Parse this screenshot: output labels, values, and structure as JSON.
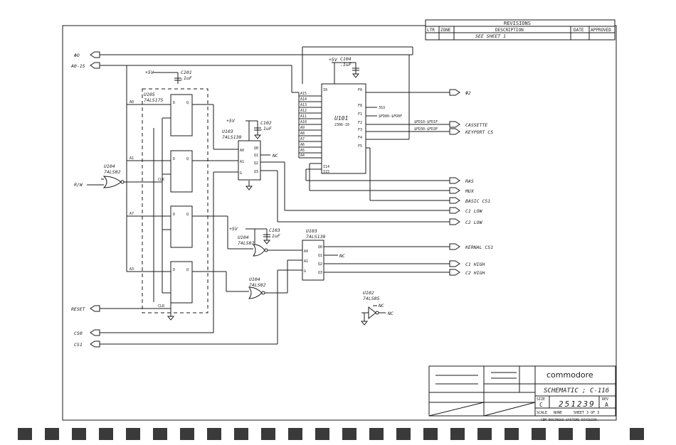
{
  "revisions": {
    "title": "REVISIONS",
    "col_ltr": "LTR",
    "col_zone": "ZONE",
    "col_description": "DESCRIPTION",
    "col_date": "DATE",
    "col_approved": "APPROVED",
    "entry": "SEE SHEET 1"
  },
  "left_signals": {
    "phi0": "ΦO",
    "addr": "A0-15",
    "rw": "R/W",
    "reset": "RESET",
    "cs0": "CS0",
    "cs1": "CS1"
  },
  "chips": {
    "u105": {
      "ref": "U105",
      "part": "74LS175"
    },
    "u104a": {
      "ref": "U104",
      "part": "74LS02"
    },
    "u103a": {
      "ref": "U103",
      "part": "74LS139"
    },
    "u101": {
      "ref": "U101",
      "part": "2306-10"
    },
    "u104b": {
      "ref": "U104",
      "part": "74LS02"
    },
    "u104c": {
      "ref": "U104",
      "part": "74LS02"
    },
    "u103b": {
      "ref": "U103",
      "part": "74LS139"
    },
    "u102": {
      "ref": "U102",
      "part": "74LS05"
    }
  },
  "caps": {
    "c101": {
      "ref": "C101",
      "value": ".1uF"
    },
    "c102": {
      "ref": "C102",
      "value": ".1uF"
    },
    "c103": {
      "ref": "C103",
      "value": ".1uF"
    },
    "c104": {
      "ref": "C104",
      "value": ".1uF"
    }
  },
  "power": "+5V",
  "nc": "NC",
  "right_signals": {
    "phi2": "Φ2",
    "ras": "RAS",
    "mux": "MUX",
    "basic_cs1": "BASIC CS1",
    "c1_low": "C1 LOW",
    "c2_low": "C2 LOW",
    "kernal_cs1": "KERNAL CS1",
    "c1_high": "C1 HIGH",
    "c2_high": "C2 HIGH",
    "cassette": "CASSETTE",
    "keyport": "KEYPORT CS",
    "fd_range1": "$FD10-$FD1F",
    "fd_range2": "$FD30-$FD3F",
    "fd_range3": "$FD00-$FD0F",
    "f8_label": "3S3"
  },
  "title_block": {
    "company": "commodore",
    "title": "SCHEMATIC ; C-116",
    "dwg_no": "251239",
    "size_label": "SIZE",
    "size": "C",
    "rev_label": "REV",
    "rev": "A",
    "scale_label": "SCALE",
    "scale": "NONE",
    "sheet": "SHEET 3 OF 3",
    "footer": "CBM BUSINESS SYSTEMS DIVISION"
  }
}
